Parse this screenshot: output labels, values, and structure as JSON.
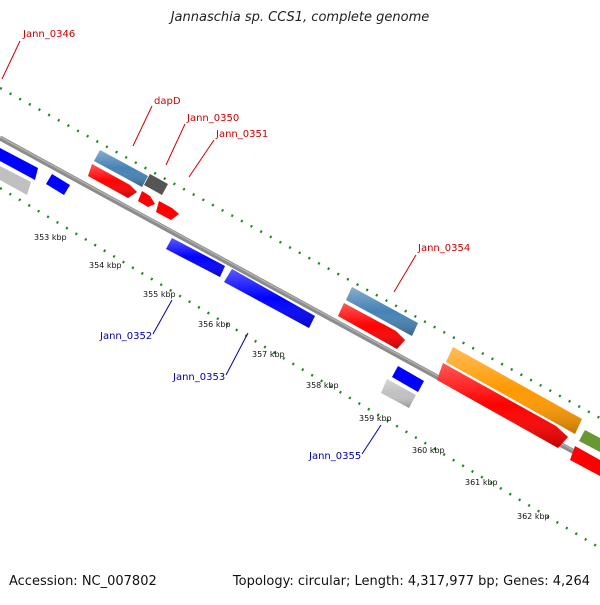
{
  "title": "Jannaschia sp. CCS1, complete genome",
  "footer": {
    "accession": "Accession: NC_007802",
    "summary": "Topology: circular; Length: 4,317,977 bp; Genes: 4,264"
  },
  "colors": {
    "backbone": "#8c8c8c",
    "tick": "#228822",
    "forward_label": "#cc0000",
    "reverse_label": "#0000aa",
    "red": "#ff0000",
    "blue": "#0000ff",
    "steelblue": "#4682b4",
    "gray": "#c0c0c0",
    "darkgray": "#555555",
    "orange": "#ff9900",
    "olive": "#669933"
  },
  "kbp_labels": [
    "353 kbp",
    "354 kbp",
    "355 kbp",
    "356 kbp",
    "357 kbp",
    "358 kbp",
    "359 kbp",
    "360 kbp",
    "361 kbp",
    "362 kbp"
  ],
  "gene_labels": {
    "forward": [
      "Jann_0346",
      "dapD",
      "Jann_0350",
      "Jann_0351",
      "Jann_0354"
    ],
    "reverse": [
      "Jann_0352",
      "Jann_0353",
      "Jann_0355"
    ]
  }
}
